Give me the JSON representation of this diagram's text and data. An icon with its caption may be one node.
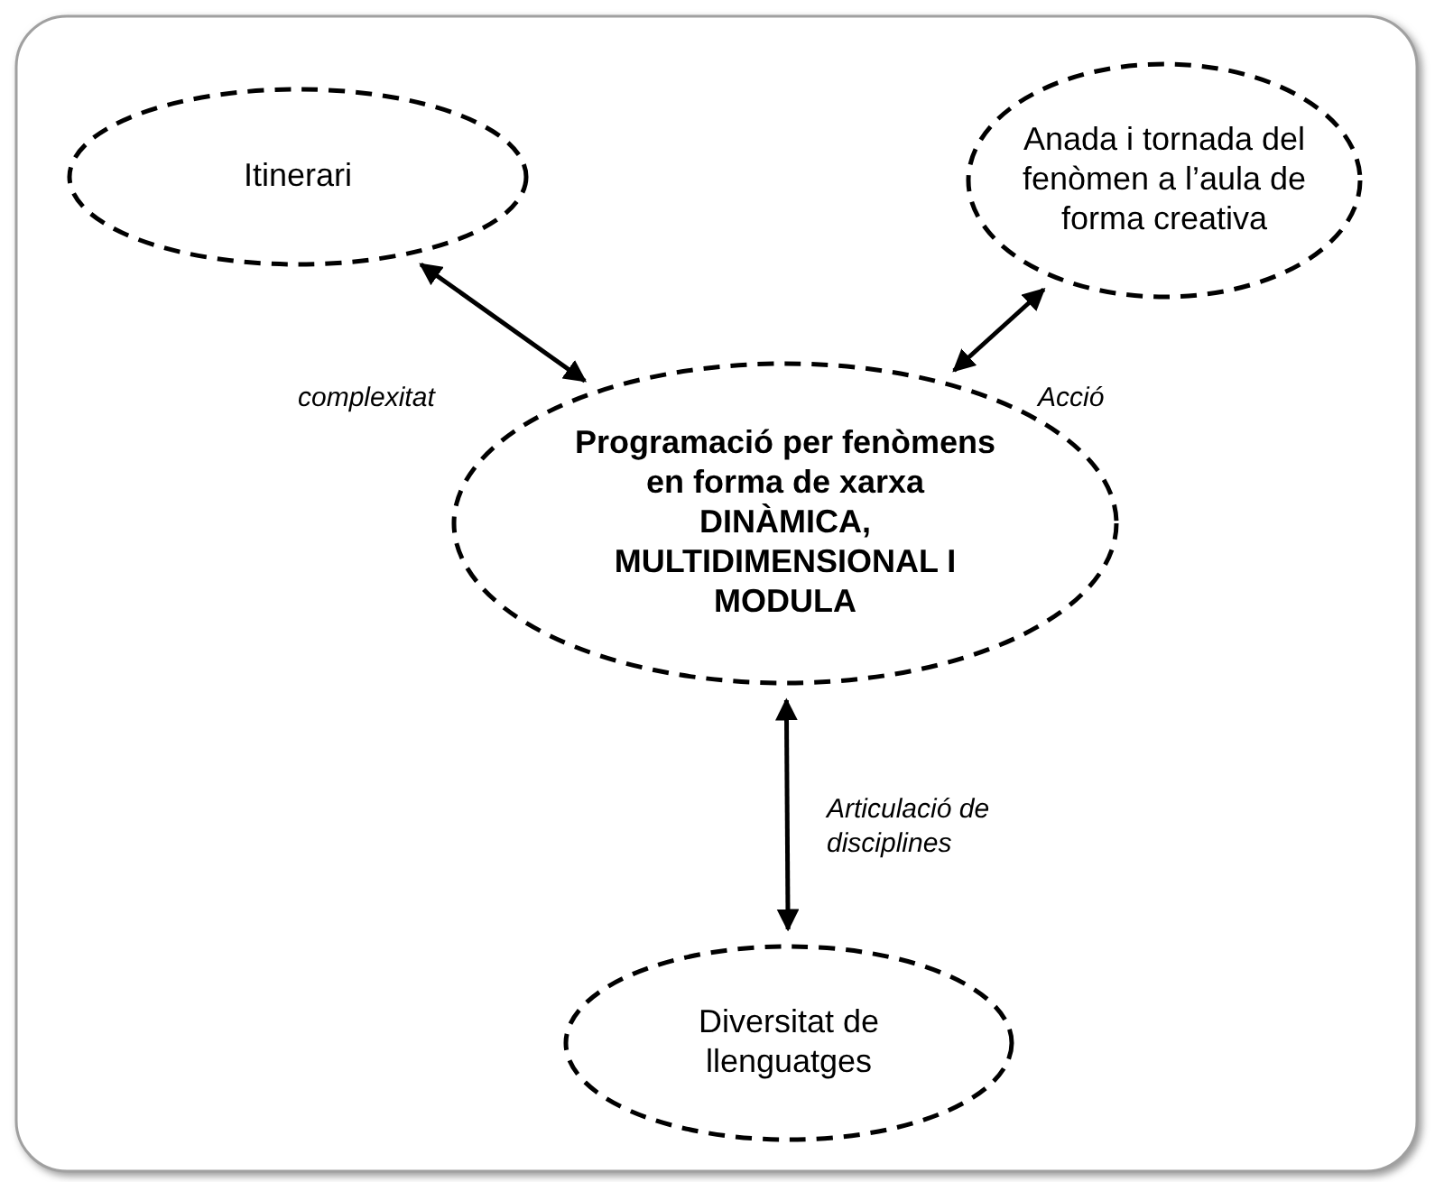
{
  "diagram": {
    "nodes": [
      {
        "text": [
          "Itinerari"
        ]
      },
      {
        "text": [
          "Anada i tornada del fenòmen a l’aula de forma creativa"
        ]
      },
      {
        "text": [
          "Programació per fenòmens en forma de xarxa DINÀMICA, MULTIDIMENSIONAL I MODULA"
        ]
      },
      {
        "text": [
          "Diversitat de llenguatges"
        ]
      }
    ],
    "edges": [
      {
        "from": 0,
        "to": 2,
        "arrow": "both",
        "label": "complexitat"
      },
      {
        "from": 1,
        "to": 2,
        "arrow": "both",
        "label": "Acció"
      },
      {
        "from": 2,
        "to": 3,
        "arrow": "both",
        "label": "Articulació de disciplines"
      }
    ]
  }
}
